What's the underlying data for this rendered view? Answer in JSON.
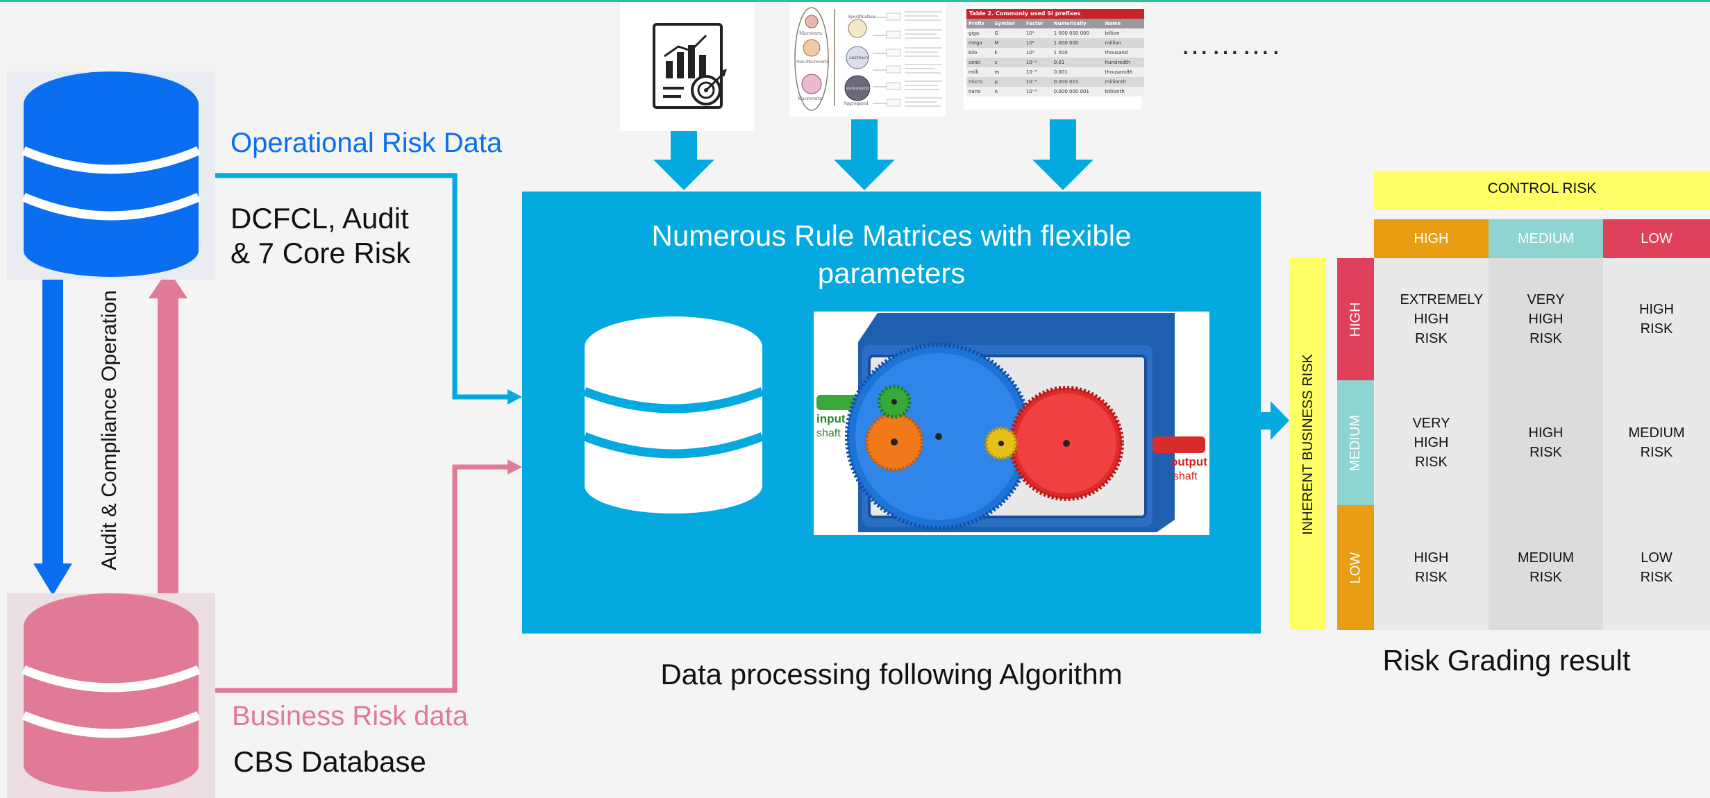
{
  "left": {
    "operational_title": "Operational Risk Data",
    "operational_sub_1": "DCFCL, Audit",
    "operational_sub_2": "& 7 Core Risk",
    "vertical_label": "Audit & Compliance Operation",
    "business_title": "Business Risk data",
    "business_sub": "CBS Database"
  },
  "inputs": {
    "ellipsis": "……….",
    "si_table": {
      "caption": "Table 2.  Commonly used SI prefixes",
      "headers": [
        "Prefix",
        "Symbol",
        "Factor",
        "Numerically",
        "Name"
      ],
      "rows": [
        [
          "giga",
          "G",
          "10⁹",
          "1 000 000 000",
          "billion"
        ],
        [
          "mega",
          "M",
          "10⁶",
          "1 000 000",
          "million"
        ],
        [
          "kilo",
          "k",
          "10³",
          "1 000",
          "thousand"
        ],
        [
          "centi",
          "c",
          "10⁻²",
          "0.01",
          "hundredth"
        ],
        [
          "milli",
          "m",
          "10⁻³",
          "0.001",
          "thousandth"
        ],
        [
          "micro",
          "µ",
          "10⁻⁶",
          "0.000 001",
          "millionth"
        ],
        [
          "nano",
          "n",
          "10⁻⁹",
          "0.000 000 001",
          "billionth"
        ]
      ]
    },
    "diagram_thumb": {
      "labels": [
        "Microverts",
        "Sub-Microverts",
        "Macroverts",
        "Aggregated",
        "Specification",
        "ABSTRACT",
        "INTEGRATED OBS"
      ]
    }
  },
  "center": {
    "title_line1": "Numerous Rule Matrices with flexible",
    "title_line2": "parameters",
    "gear_input_label": "input",
    "gear_input_sub": "shaft",
    "gear_output_label": "output",
    "gear_output_sub": "shaft",
    "caption": "Data processing following Algorithm"
  },
  "matrix": {
    "control_risk_label": "CONTROL RISK",
    "inherent_label": "INHERENT BUSINESS RISK",
    "col_headers": [
      "HIGH",
      "MEDIUM",
      "LOW"
    ],
    "row_headers": [
      "HIGH",
      "MEDIUM",
      "LOW"
    ],
    "cells": [
      [
        "EXTREMELY HIGH RISK",
        "VERY HIGH RISK",
        "HIGH RISK"
      ],
      [
        "VERY HIGH RISK",
        "HIGH RISK",
        "MEDIUM RISK"
      ],
      [
        "HIGH RISK",
        "MEDIUM RISK",
        "LOW RISK"
      ]
    ],
    "caption": "Risk Grading result"
  },
  "colors": {
    "blue": "#0a6ef0",
    "cyan": "#03a9df",
    "pink": "#e07a96",
    "yellow": "#ffff66",
    "orange": "#e89d13",
    "teal": "#8ed4d1",
    "red": "#e0415a"
  }
}
